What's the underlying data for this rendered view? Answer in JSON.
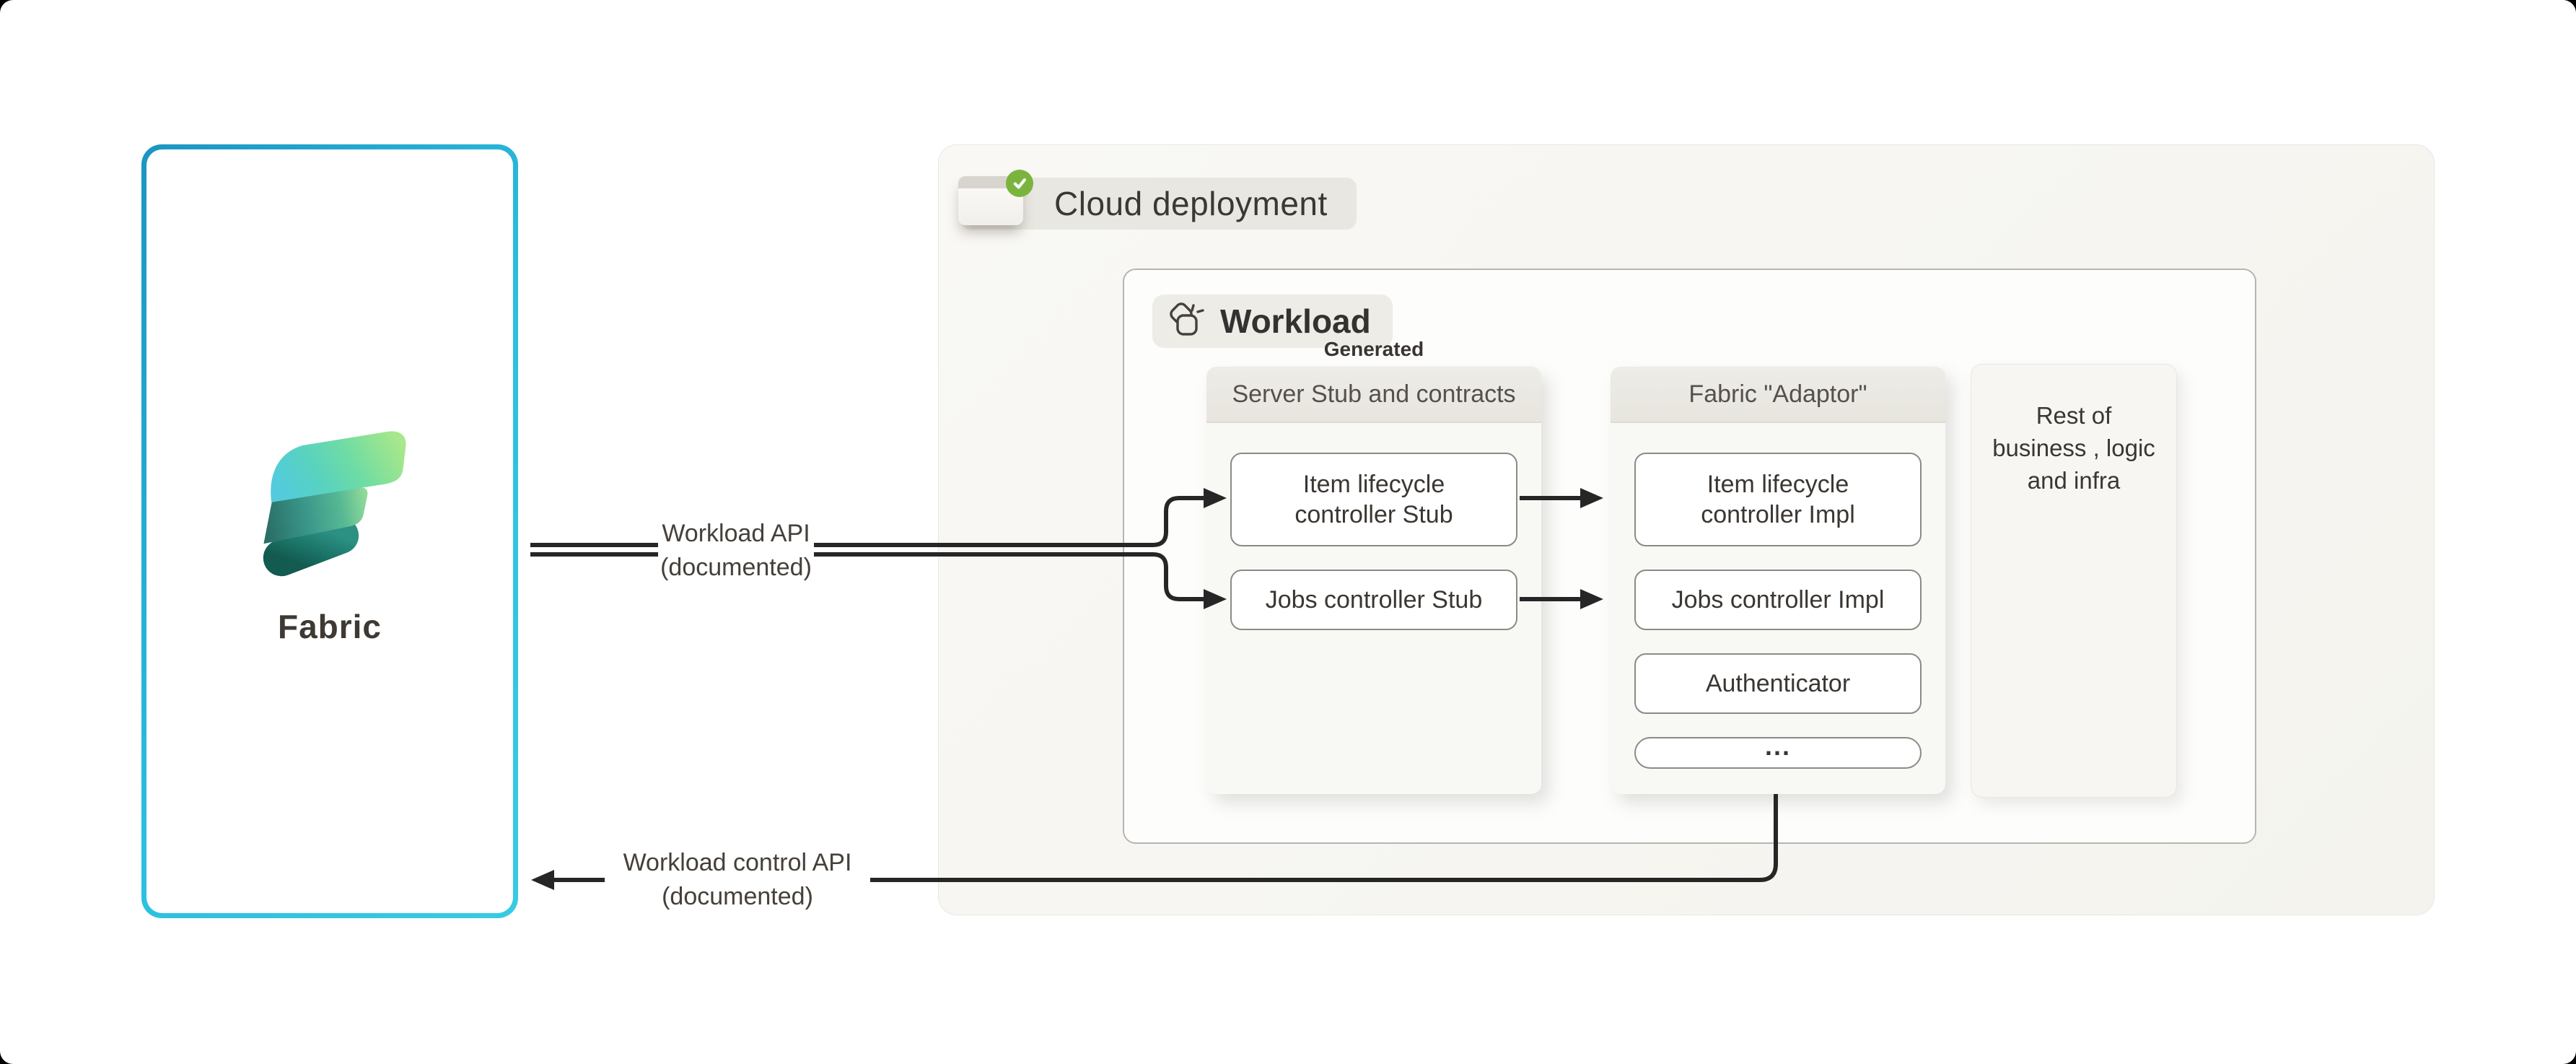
{
  "fabric": {
    "label": "Fabric"
  },
  "cloud": {
    "title": "Cloud deployment",
    "status_icon": "window-with-green-check"
  },
  "workload": {
    "title": "Workload",
    "generated": "Generated",
    "server_column": {
      "title": "Server Stub and contracts",
      "items": [
        "Item lifecycle controller Stub",
        "Jobs controller Stub"
      ]
    },
    "adaptor_column": {
      "title": "Fabric \"Adaptor\"",
      "items": [
        "Item lifecycle controller Impl",
        "Jobs controller Impl",
        "Authenticator",
        "..."
      ]
    },
    "rest": {
      "lines": [
        "Rest of",
        "business , logic",
        "and infra"
      ]
    }
  },
  "arrows": {
    "api": {
      "line1": "Workload API",
      "line2": "(documented)"
    },
    "control": {
      "line1": "Workload control API",
      "line2": "(documented)"
    }
  },
  "colors": {
    "accent_cyan": "#2bb7dc",
    "arrow": "#262626",
    "badge_green": "#7ab43f",
    "panel_bg": "#f7f6f2",
    "header_band": "#eae8e2"
  }
}
